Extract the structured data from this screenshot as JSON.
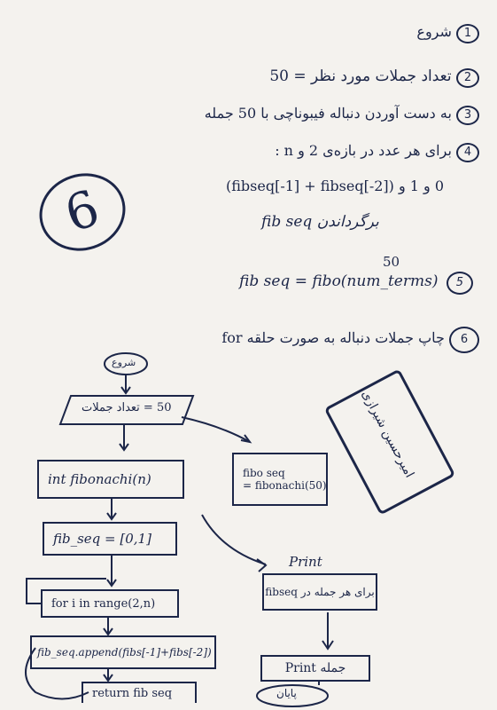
{
  "steps": {
    "s1": {
      "num": "1",
      "text": "شروع"
    },
    "s2": {
      "num": "2",
      "text": "تعداد جملات مورد نظر = 50"
    },
    "s3": {
      "num": "3",
      "text": "به دست آوردن دنباله فیبوناچی با 50 جمله"
    },
    "s4": {
      "num": "4",
      "text": "برای هر عدد در بازه‌ی 2 و n :"
    },
    "s4_formula": "0 و 1 و (fibseq[-1] + fibseq[-2])",
    "s4_ret": "fib seq  برگرداندن",
    "s5": {
      "num": "5",
      "sup": "50",
      "formula": "fib seq = fibo(num_terms)"
    },
    "s6": {
      "num": "6",
      "text": "چاپ جملات دنباله به صورت حلقه for"
    }
  },
  "big_circle": "6",
  "stamp_text": "امیرحسین شیرازی",
  "flow": {
    "start": "شروع",
    "input": "50 = تعداد جملات",
    "def": "int fibonachi(n)",
    "call_top": "fibo seq",
    "call_bottom": "= fibonachi(50)",
    "init": "fib_seq = [0,1]",
    "loop": "for i in range(2,n)",
    "append": "fib_seq.append(fibs[-1]+fibs[-2])",
    "ret": "return fib seq",
    "print_label": "Print",
    "for_each": "برای هر جمله در fibseq",
    "print_box": "Print  جمله",
    "end": "پایان"
  }
}
